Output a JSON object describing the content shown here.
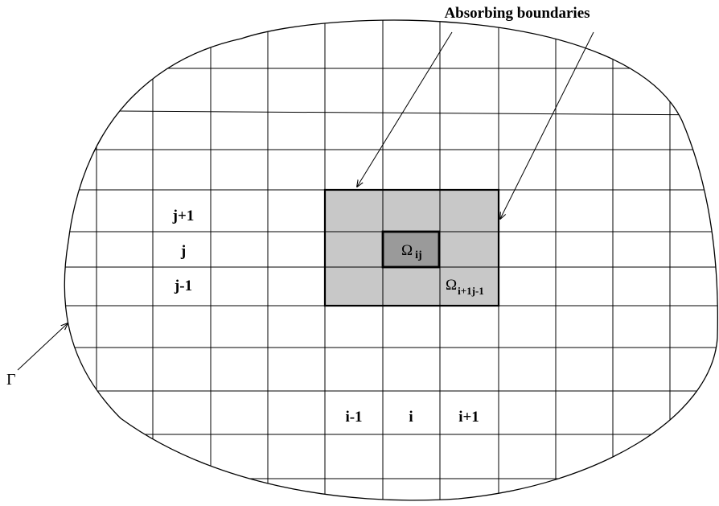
{
  "diagram": {
    "callout": "Absorbing boundaries",
    "boundary_symbol": "Γ",
    "row_labels": [
      "j+1",
      "j",
      "j-1"
    ],
    "col_labels": [
      "i-1",
      "i",
      "i+1"
    ],
    "center_cell": {
      "symbol": "Ω",
      "subscript": "ij"
    },
    "corner_cell": {
      "symbol": "Ω",
      "subscript": "i+1j-1"
    }
  },
  "colors": {
    "outer_shade": "#c8c8c8",
    "center_shade": "#9a9a9a",
    "line": "#000000"
  }
}
